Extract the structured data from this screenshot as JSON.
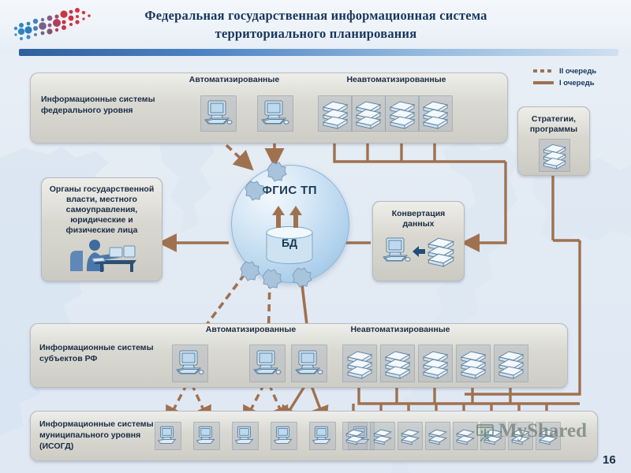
{
  "header": {
    "title_line1": "Федеральная государственная информационная система",
    "title_line2": "территориального планирования",
    "logo_name": "russia-map-dots-logo"
  },
  "legend": {
    "items": [
      {
        "label": "II очередь",
        "style": "dashed",
        "color": "#a0714f"
      },
      {
        "label": "I очередь",
        "style": "solid",
        "color": "#a0714f"
      }
    ]
  },
  "panels": {
    "federal": {
      "label": "Информационные системы\nфедерального уровня",
      "label_line1": "Информационные системы",
      "label_line2": "федерального уровня",
      "col_automated": "Автоматизированные",
      "col_nonautomated": "Неавтоматизированные",
      "automated_count": 2,
      "nonautomated_count": 4
    },
    "regional": {
      "label_line1": "Информационные системы",
      "label_line2": "субъектов РФ",
      "col_automated": "Автоматизированные",
      "col_nonautomated": "Неавтоматизированные",
      "automated_count": 3,
      "nonautomated_count": 5
    },
    "municipal": {
      "label_line1": "Информационные системы",
      "label_line2": "муниципального уровня",
      "label_line3": "(ИСОГД)",
      "automated_count": 6,
      "nonautomated_count": 8
    }
  },
  "cards": {
    "authorities": {
      "lines": [
        "Органы государственной",
        "власти, местного",
        "самоуправления,",
        "юридические и",
        "физические лица"
      ],
      "icon": "user-at-workstation-icon"
    },
    "strategies": {
      "lines": [
        "Стратегии,",
        "программы"
      ],
      "icon": "document-stack-icon"
    },
    "conversion": {
      "lines": [
        "Конвертация",
        "данных"
      ],
      "icons": [
        "desktop-computer-icon",
        "arrow-left-icon",
        "document-stack-icon"
      ]
    }
  },
  "center": {
    "title": "ФГИС ТП",
    "database_label": "БД"
  },
  "watermark": {
    "text": "MyShared",
    "icon": "myshared-logo-icon"
  },
  "page_number": "16",
  "colors": {
    "accent_line": "#a0714f",
    "title_text": "#17365d",
    "panel_bg": "#d7d7d0",
    "sphere": "#b2d3ec",
    "background": "#e3ebf4"
  }
}
